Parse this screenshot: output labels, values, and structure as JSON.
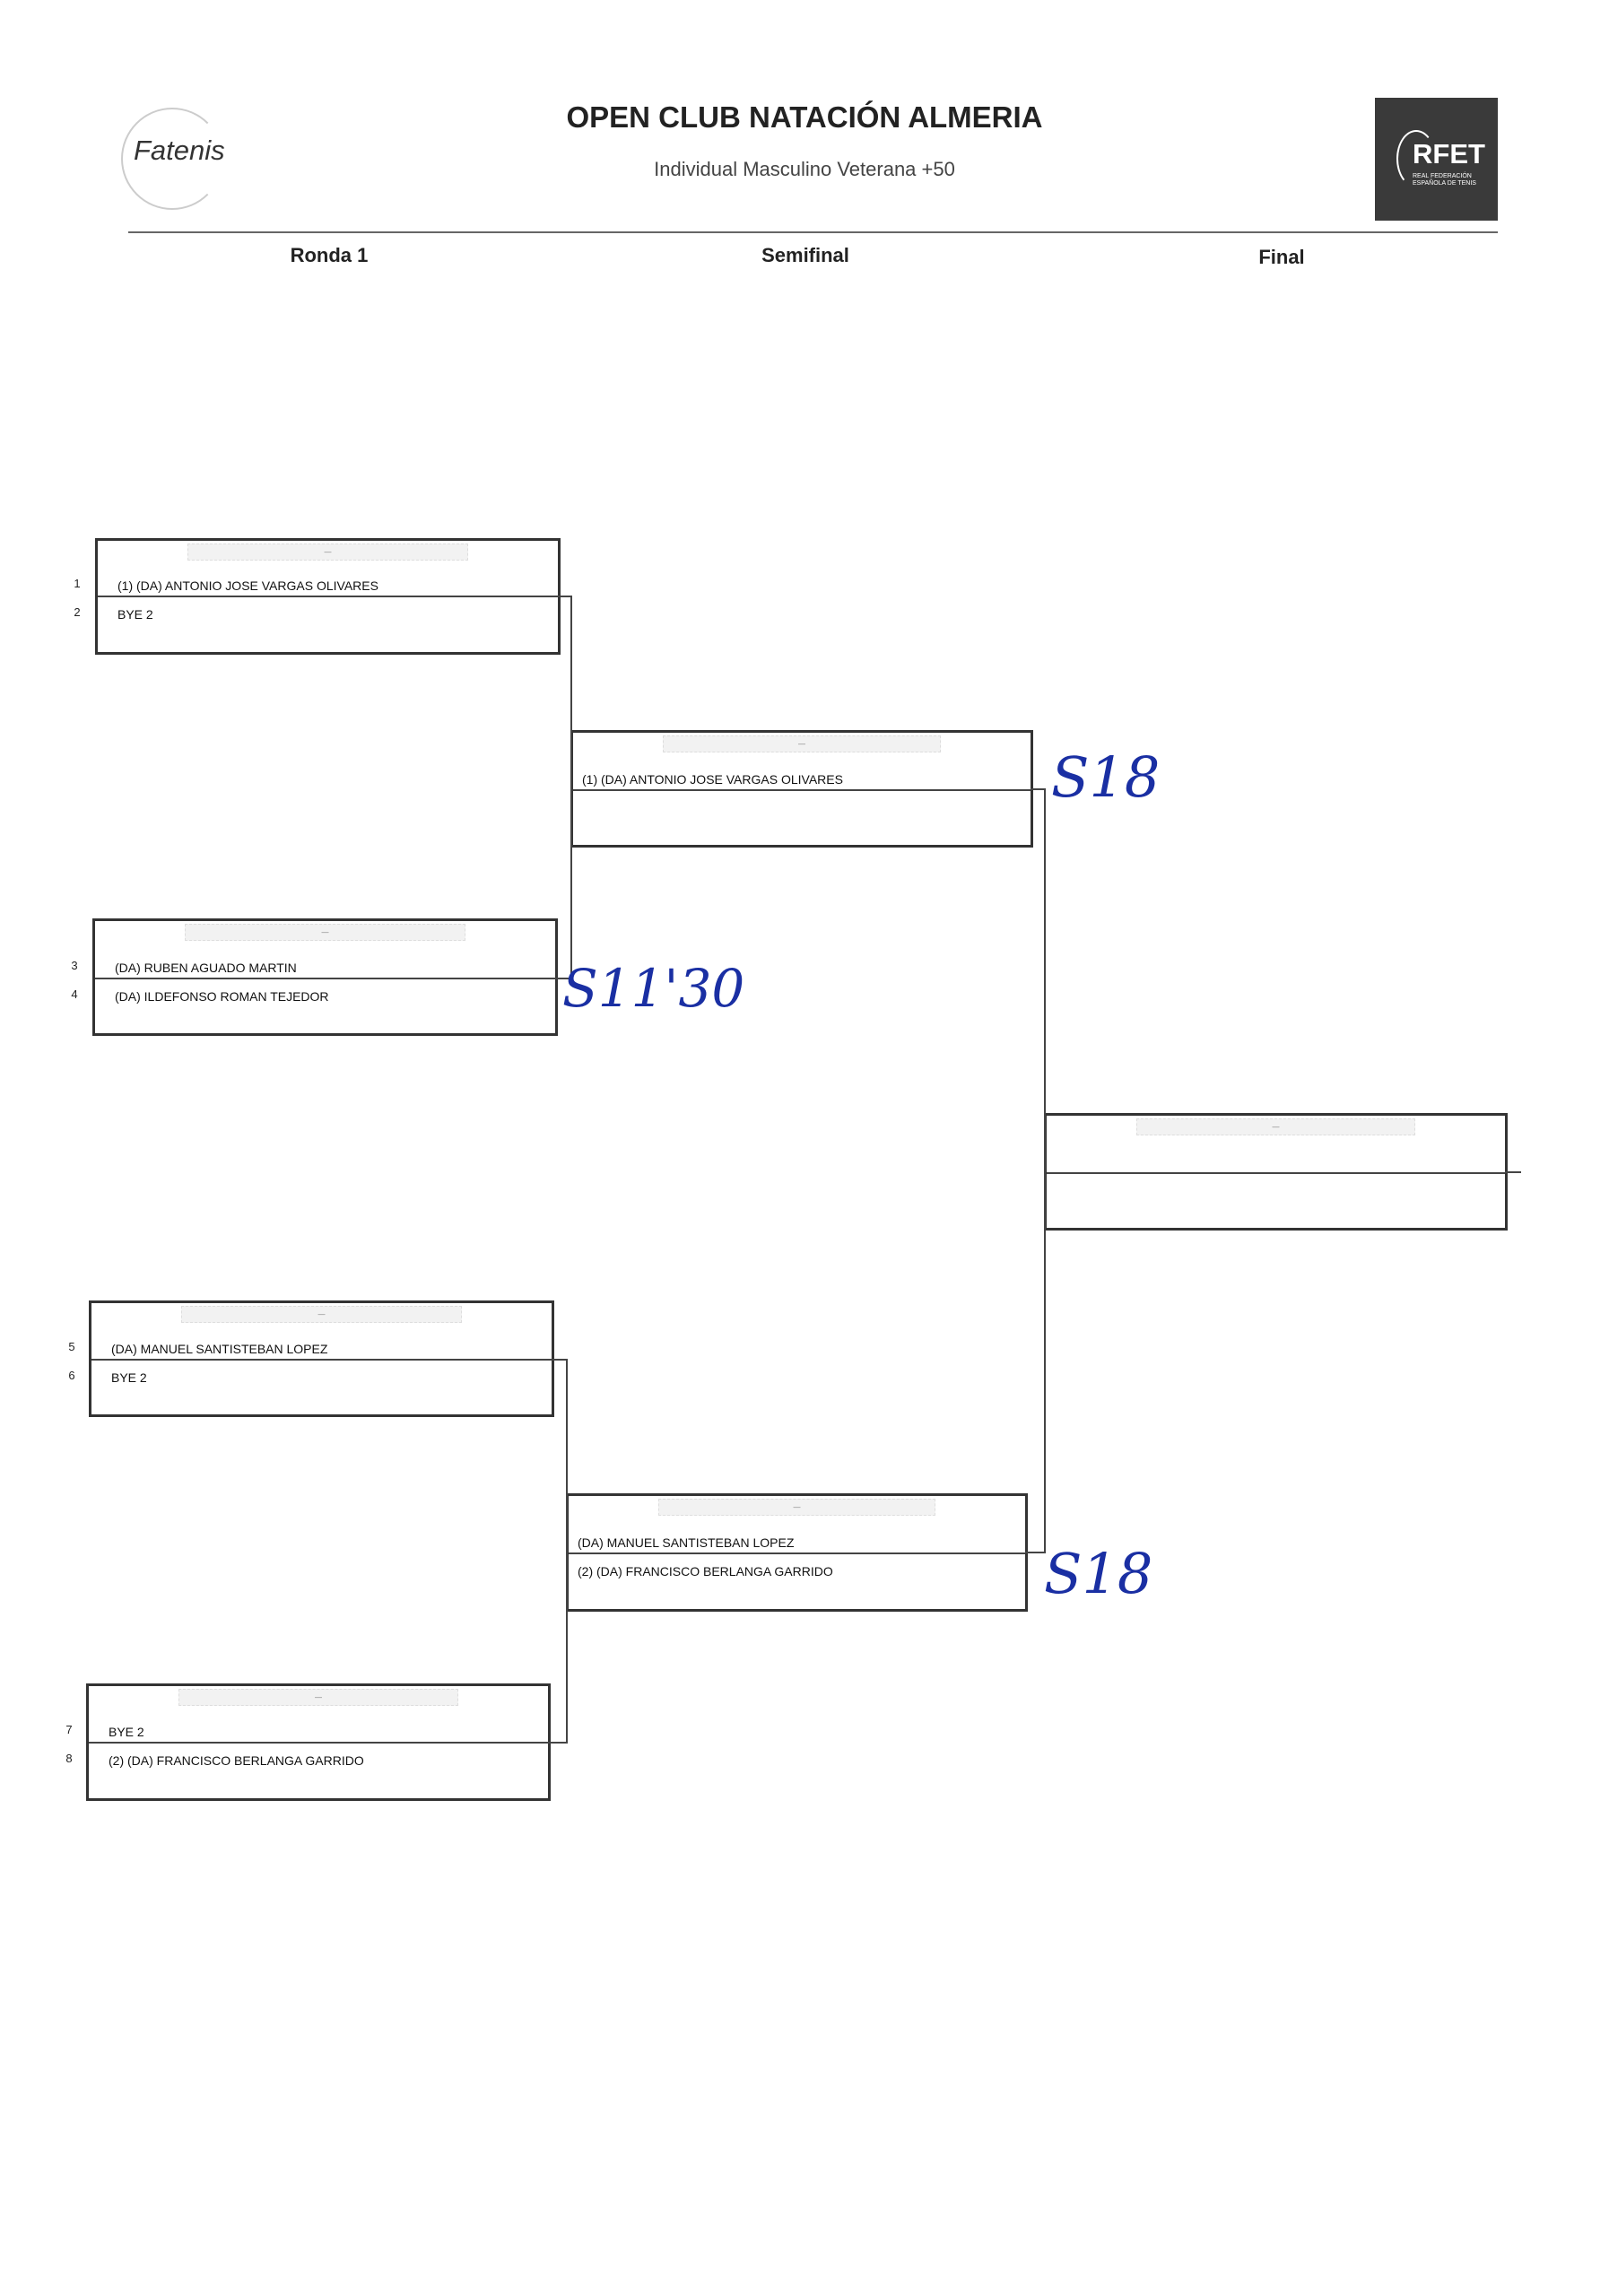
{
  "header": {
    "title": "OPEN CLUB NATACIÓN ALMERIA",
    "subtitle": "Individual Masculino Veterana +50",
    "left_logo": "Fatenis",
    "right_logo": "RFET",
    "right_logo_caption": "REAL FEDERACIÓN ESPAÑOLA DE TENIS"
  },
  "rounds": [
    "Ronda 1",
    "Semifinal",
    "Final"
  ],
  "round1": [
    {
      "seeds": [
        "1",
        "2"
      ],
      "players": [
        "(1) (DA) ANTONIO JOSE VARGAS OLIVARES",
        "BYE 2"
      ]
    },
    {
      "seeds": [
        "3",
        "4"
      ],
      "players": [
        "(DA) RUBEN AGUADO MARTIN",
        "(DA) ILDEFONSO ROMAN TEJEDOR"
      ]
    },
    {
      "seeds": [
        "5",
        "6"
      ],
      "players": [
        "(DA) MANUEL SANTISTEBAN LOPEZ",
        "BYE 2"
      ]
    },
    {
      "seeds": [
        "7",
        "8"
      ],
      "players": [
        "BYE 2",
        "(2) (DA) FRANCISCO BERLANGA GARRIDO"
      ]
    }
  ],
  "semifinal": [
    {
      "players": [
        "(1) (DA) ANTONIO JOSE VARGAS OLIVARES",
        ""
      ]
    },
    {
      "players": [
        "(DA) MANUEL SANTISTEBAN LOPEZ",
        "(2) (DA) FRANCISCO BERLANGA GARRIDO"
      ]
    }
  ],
  "final": {
    "players": [
      "",
      ""
    ]
  },
  "handwritten": {
    "note_r1_match2": "S11'30",
    "note_sf1": "S18",
    "note_sf2": "S18"
  },
  "colors": {
    "ink": "#1a2fa3",
    "line": "#333333"
  }
}
